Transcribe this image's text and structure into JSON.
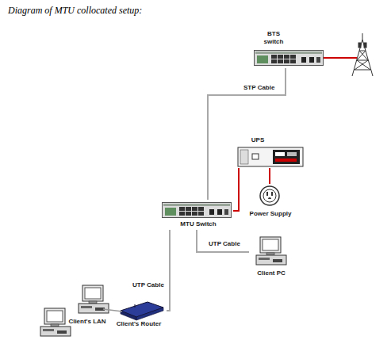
{
  "diagram": {
    "title": "Diagram of MTU collocated setup:",
    "nodes": [
      {
        "text": [
          "BTS switch"
        ]
      },
      {
        "text": [
          "UPS"
        ]
      },
      {
        "text": [
          "Power Supply"
        ]
      },
      {
        "text": [
          "MTU Switch"
        ]
      },
      {
        "text": [
          "Client PC"
        ]
      },
      {
        "text": [
          "Client's Router"
        ]
      },
      {
        "text": [
          "Client's LAN"
        ]
      }
    ],
    "edges": [
      {
        "from": 0,
        "to": 3,
        "label": "STP Cable",
        "arrow": "none"
      },
      {
        "from": 3,
        "to": 1,
        "arrow": "none"
      },
      {
        "from": 1,
        "to": 2,
        "arrow": "none"
      },
      {
        "from": 3,
        "to": 4,
        "label": "UTP Cable",
        "arrow": "none"
      },
      {
        "from": 3,
        "to": 5,
        "label": "UTP Cable",
        "arrow": "none"
      }
    ]
  }
}
